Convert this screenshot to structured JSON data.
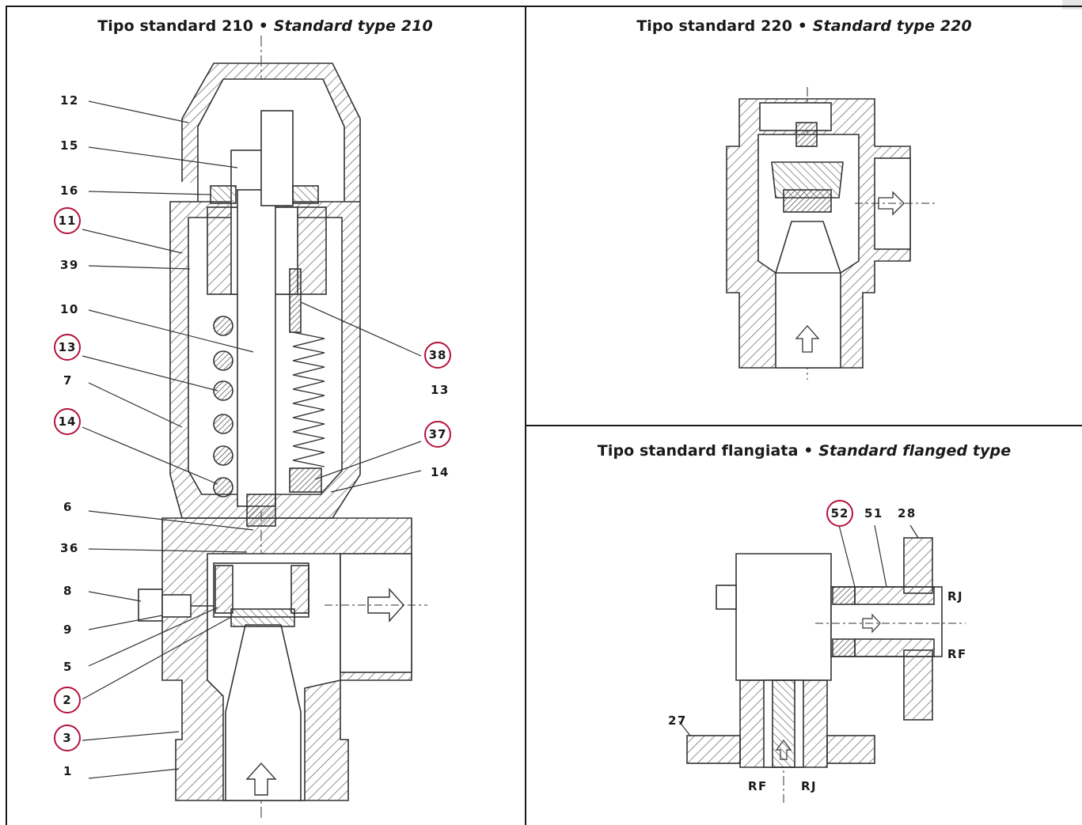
{
  "panels": {
    "p210": {
      "title_main": "Tipo standard 210 •",
      "title_italic": "Standard type 210",
      "left_labels": [
        "12",
        "15",
        "16",
        "39",
        "10",
        "7",
        "6",
        "36",
        "8",
        "9",
        "5",
        "1"
      ],
      "left_circled": [
        "11",
        "13",
        "14",
        "2",
        "3"
      ],
      "right_labels": [
        "13",
        "14"
      ],
      "right_circled": [
        "38",
        "37"
      ]
    },
    "p220": {
      "title_main": "Tipo standard 220 •",
      "title_italic": "Standard type 220"
    },
    "pflanged": {
      "title_main": "Tipo standard flangiata •",
      "title_italic": "Standard flanged type",
      "labels": {
        "circled_52": "52",
        "l51": "51",
        "l28": "28",
        "rj_top": "RJ",
        "rf_right": "RF",
        "l27": "27",
        "rf_bottom": "RF",
        "rj_bottom": "RJ"
      }
    }
  },
  "colors": {
    "circle_outline": "#b5123c",
    "line": "#333333",
    "hatch": "#555555"
  }
}
